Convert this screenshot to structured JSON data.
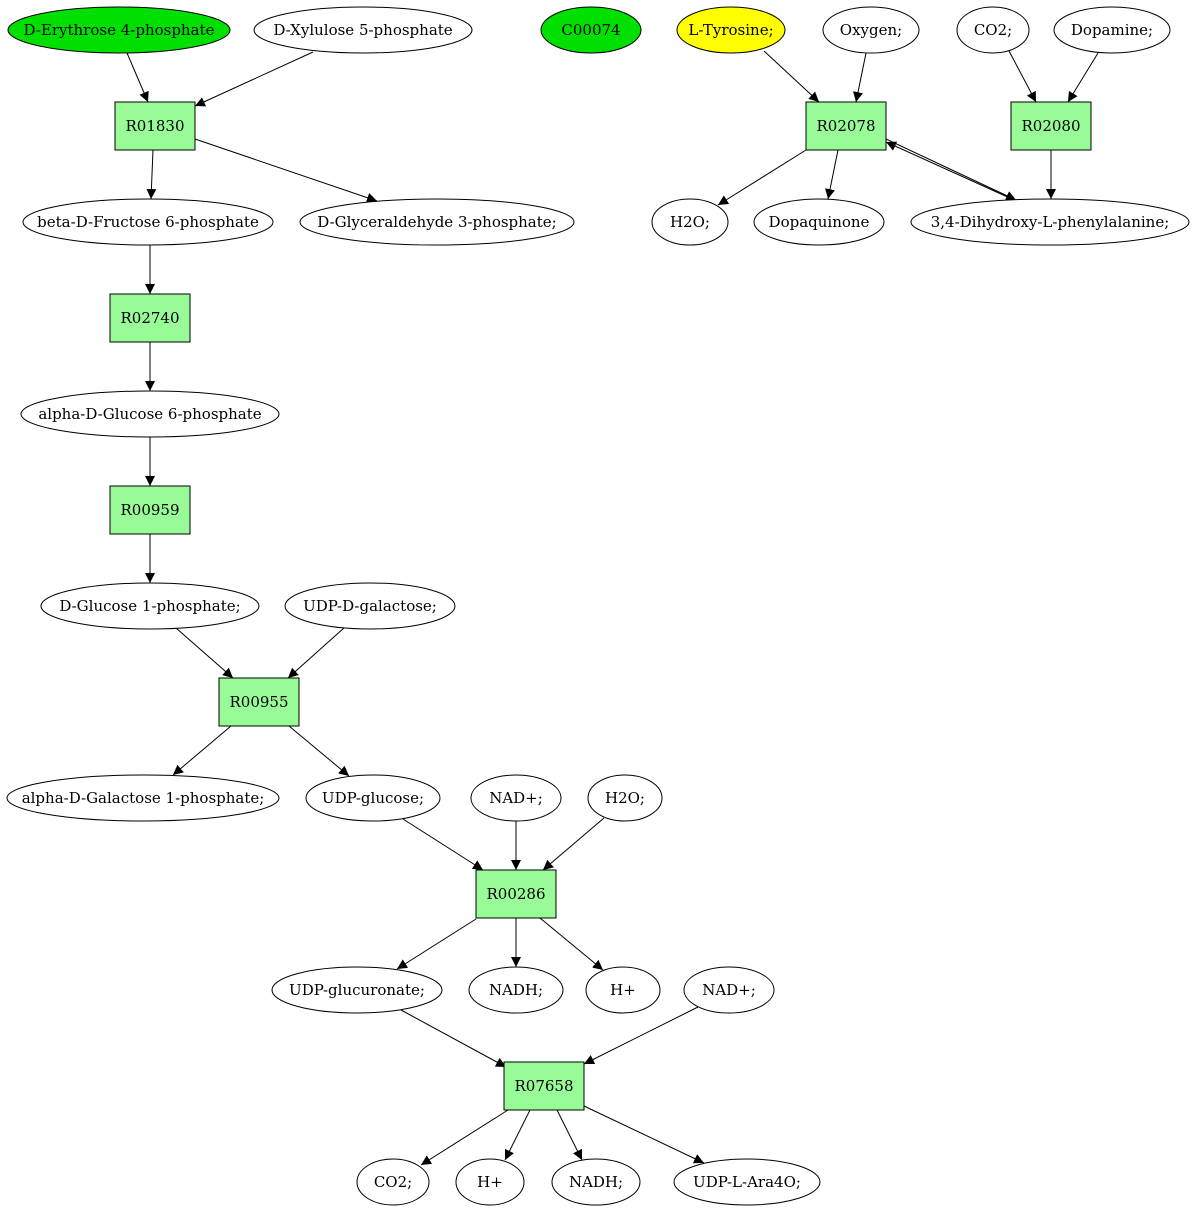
{
  "colors": {
    "background": "#ffffff",
    "compound_default": "#ffffff",
    "compound_start": "#00e000",
    "compound_highlight": "#ffff00",
    "reaction": "#98fb98",
    "stroke": "#000000"
  },
  "compounds": [
    {
      "id": "c_erythrose4p",
      "label": "D-Erythrose 4-phosphate",
      "fill": "#00e000"
    },
    {
      "id": "c_xylulose5p",
      "label": "D-Xylulose 5-phosphate",
      "fill": "#ffffff"
    },
    {
      "id": "c_c00074",
      "label": "C00074",
      "fill": "#00e000"
    },
    {
      "id": "c_ltyrosine",
      "label": "L-Tyrosine;",
      "fill": "#ffff00"
    },
    {
      "id": "c_oxygen",
      "label": "Oxygen;",
      "fill": "#ffffff"
    },
    {
      "id": "c_co2_top",
      "label": "CO2;",
      "fill": "#ffffff"
    },
    {
      "id": "c_dopamine",
      "label": "Dopamine;",
      "fill": "#ffffff"
    },
    {
      "id": "c_fructose6p",
      "label": "beta-D-Fructose 6-phosphate",
      "fill": "#ffffff"
    },
    {
      "id": "c_glyceraldehyde3p",
      "label": "D-Glyceraldehyde 3-phosphate;",
      "fill": "#ffffff"
    },
    {
      "id": "c_h2o_top",
      "label": "H2O;",
      "fill": "#ffffff"
    },
    {
      "id": "c_dopaquinone",
      "label": "Dopaquinone",
      "fill": "#ffffff"
    },
    {
      "id": "c_dopa",
      "label": "3,4-Dihydroxy-L-phenylalanine;",
      "fill": "#ffffff"
    },
    {
      "id": "c_glucose6p",
      "label": "alpha-D-Glucose 6-phosphate",
      "fill": "#ffffff"
    },
    {
      "id": "c_glucose1p",
      "label": "D-Glucose 1-phosphate;",
      "fill": "#ffffff"
    },
    {
      "id": "c_udpgalactose",
      "label": "UDP-D-galactose;",
      "fill": "#ffffff"
    },
    {
      "id": "c_galactose1p",
      "label": "alpha-D-Galactose 1-phosphate;",
      "fill": "#ffffff"
    },
    {
      "id": "c_udpglucose",
      "label": "UDP-glucose;",
      "fill": "#ffffff"
    },
    {
      "id": "c_nad_mid",
      "label": "NAD+;",
      "fill": "#ffffff"
    },
    {
      "id": "c_h2o_mid",
      "label": "H2O;",
      "fill": "#ffffff"
    },
    {
      "id": "c_udpglucuronate",
      "label": "UDP-glucuronate;",
      "fill": "#ffffff"
    },
    {
      "id": "c_nadh_mid",
      "label": "NADH;",
      "fill": "#ffffff"
    },
    {
      "id": "c_hplus_mid",
      "label": "H+",
      "fill": "#ffffff"
    },
    {
      "id": "c_nad_low",
      "label": "NAD+;",
      "fill": "#ffffff"
    },
    {
      "id": "c_co2_bot",
      "label": "CO2;",
      "fill": "#ffffff"
    },
    {
      "id": "c_hplus_bot",
      "label": "H+",
      "fill": "#ffffff"
    },
    {
      "id": "c_nadh_bot",
      "label": "NADH;",
      "fill": "#ffffff"
    },
    {
      "id": "c_udpara4o",
      "label": "UDP-L-Ara4O;",
      "fill": "#ffffff"
    }
  ],
  "reactions": [
    {
      "id": "r_r01830",
      "label": "R01830"
    },
    {
      "id": "r_r02740",
      "label": "R02740"
    },
    {
      "id": "r_r00959",
      "label": "R00959"
    },
    {
      "id": "r_r00955",
      "label": "R00955"
    },
    {
      "id": "r_r00286",
      "label": "R00286"
    },
    {
      "id": "r_r07658",
      "label": "R07658"
    },
    {
      "id": "r_r02078",
      "label": "R02078"
    },
    {
      "id": "r_r02080",
      "label": "R02080"
    }
  ],
  "edges": [
    {
      "from": "c_erythrose4p",
      "to": "r_r01830"
    },
    {
      "from": "c_xylulose5p",
      "to": "r_r01830"
    },
    {
      "from": "r_r01830",
      "to": "c_fructose6p"
    },
    {
      "from": "r_r01830",
      "to": "c_glyceraldehyde3p"
    },
    {
      "from": "c_fructose6p",
      "to": "r_r02740"
    },
    {
      "from": "r_r02740",
      "to": "c_glucose6p"
    },
    {
      "from": "c_glucose6p",
      "to": "r_r00959"
    },
    {
      "from": "r_r00959",
      "to": "c_glucose1p"
    },
    {
      "from": "c_glucose1p",
      "to": "r_r00955"
    },
    {
      "from": "c_udpgalactose",
      "to": "r_r00955"
    },
    {
      "from": "r_r00955",
      "to": "c_galactose1p"
    },
    {
      "from": "r_r00955",
      "to": "c_udpglucose"
    },
    {
      "from": "c_udpglucose",
      "to": "r_r00286"
    },
    {
      "from": "c_nad_mid",
      "to": "r_r00286"
    },
    {
      "from": "c_h2o_mid",
      "to": "r_r00286"
    },
    {
      "from": "r_r00286",
      "to": "c_udpglucuronate"
    },
    {
      "from": "r_r00286",
      "to": "c_nadh_mid"
    },
    {
      "from": "r_r00286",
      "to": "c_hplus_mid"
    },
    {
      "from": "c_udpglucuronate",
      "to": "r_r07658"
    },
    {
      "from": "c_nad_low",
      "to": "r_r07658"
    },
    {
      "from": "r_r07658",
      "to": "c_co2_bot"
    },
    {
      "from": "r_r07658",
      "to": "c_hplus_bot"
    },
    {
      "from": "r_r07658",
      "to": "c_nadh_bot"
    },
    {
      "from": "r_r07658",
      "to": "c_udpara4o"
    },
    {
      "from": "c_ltyrosine",
      "to": "r_r02078"
    },
    {
      "from": "c_oxygen",
      "to": "r_r02078"
    },
    {
      "from": "r_r02078",
      "to": "c_h2o_top"
    },
    {
      "from": "r_r02078",
      "to": "c_dopaquinone"
    },
    {
      "from": "r_r02078",
      "to": "c_dopa"
    },
    {
      "from": "c_dopa",
      "to": "r_r02078"
    },
    {
      "from": "c_co2_top",
      "to": "r_r02080"
    },
    {
      "from": "c_dopamine",
      "to": "r_r02080"
    },
    {
      "from": "r_r02080",
      "to": "c_dopa"
    }
  ]
}
